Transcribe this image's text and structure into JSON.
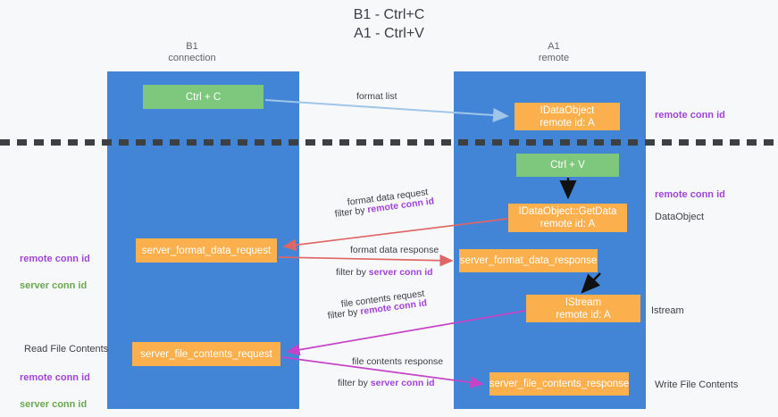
{
  "diagram": {
    "title": "B1 - Ctrl+C\nA1 - Ctrl+V",
    "columns": [
      {
        "id": "b1",
        "label": "B1\nconnection"
      },
      {
        "id": "a1",
        "label": "A1\nremote"
      }
    ],
    "colors": {
      "lane": "#4285d6",
      "green_node": "#7ec87e",
      "orange_node": "#fbb04d",
      "remote_conn_id": "#a045d6",
      "server_conn_id": "#6aa84f",
      "arrow_format_list": "#9fc5e8",
      "arrow_format_data": "#e06666",
      "arrow_file_contents": "#c544c5",
      "arrow_local": "#000000",
      "divider": "#3c4043",
      "background": "#f7f8fa"
    },
    "nodes": [
      {
        "id": "ctrl_c",
        "label": "Ctrl + C",
        "style": "green"
      },
      {
        "id": "idataobject",
        "label": "IDataObject\nremote id: A",
        "style": "orange"
      },
      {
        "id": "ctrl_v",
        "label": "Ctrl + V",
        "style": "green"
      },
      {
        "id": "getdata",
        "label": "IDataObject::GetData\nremote id: A",
        "style": "orange"
      },
      {
        "id": "server_format_data_request",
        "label": "server_format_data_request",
        "style": "orange"
      },
      {
        "id": "server_format_data_response",
        "label": "server_format_data_response",
        "style": "orange"
      },
      {
        "id": "istream",
        "label": "IStream\nremote id: A",
        "style": "orange"
      },
      {
        "id": "server_file_contents_request",
        "label": "server_file_contents_request",
        "style": "orange"
      },
      {
        "id": "server_file_contents_response",
        "label": "server_file_contents_response",
        "style": "orange"
      }
    ],
    "edge_labels": {
      "format_list": "format list",
      "format_data_request": "format data request",
      "format_data_request_filter_prefix": "filter by ",
      "format_data_request_filter_key": "remote conn id",
      "format_data_response": "format data response",
      "format_data_response_filter_prefix": "filter by ",
      "format_data_response_filter_key": "server conn id",
      "file_contents_request": "file contents request",
      "file_contents_request_filter_prefix": "filter by ",
      "file_contents_request_filter_key": "remote conn id",
      "file_contents_response": "file contents response",
      "file_contents_response_filter_prefix": "filter by ",
      "file_contents_response_filter_key": "server conn id"
    },
    "annotations": {
      "right_remote_conn_id_top": "remote conn id",
      "right_remote_conn_id_mid": "remote conn id",
      "right_dataobject": "DataObject",
      "right_istream": "Istream",
      "right_write_file_contents": "Write File Contents",
      "left_conn_ids_top": "remote conn id\nserver conn id",
      "left_read_file_contents": "Read File Contents",
      "left_conn_ids_bottom": "remote conn id\nserver conn id"
    }
  }
}
